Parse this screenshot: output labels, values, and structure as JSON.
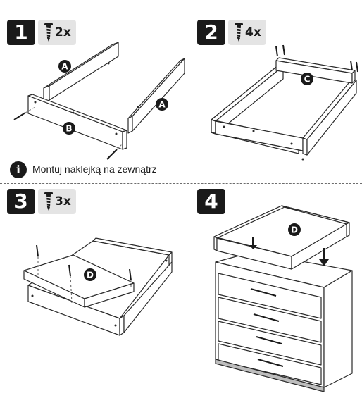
{
  "steps": [
    {
      "number": "1",
      "screw_count": "2x"
    },
    {
      "number": "2",
      "screw_count": "4x"
    },
    {
      "number": "3",
      "screw_count": "3x"
    },
    {
      "number": "4"
    }
  ],
  "part_labels": {
    "a": "A",
    "b": "B",
    "c": "C",
    "d": "D"
  },
  "note": {
    "icon": "info-icon",
    "text": "Montuj naklejką na zewnątrz"
  }
}
